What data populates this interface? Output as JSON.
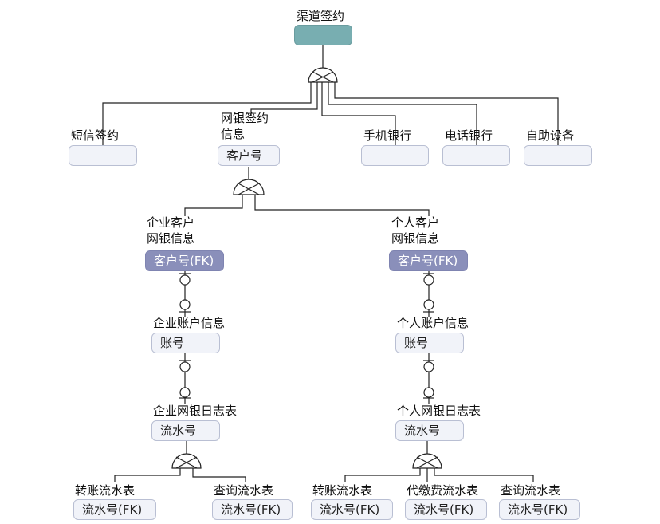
{
  "title": "渠道签约",
  "channels": {
    "sms": "短信签约",
    "netbank_line1": "网银签约",
    "netbank_line2": "信息",
    "netbank_key": "客户号",
    "mobile": "手机银行",
    "phone": "电话银行",
    "self_service": "自助设备"
  },
  "enterprise": {
    "info_line1": "企业客户",
    "info_line2": "网银信息",
    "info_key": "客户号(FK)",
    "account": "企业账户信息",
    "account_key": "账号",
    "log": "企业网银日志表",
    "log_key": "流水号",
    "transfer": "转账流水表",
    "transfer_key": "流水号(FK)",
    "query": "查询流水表",
    "query_key": "流水号(FK)"
  },
  "personal": {
    "info_line1": "个人客户",
    "info_line2": "网银信息",
    "info_key": "客户号(FK)",
    "account": "个人账户信息",
    "account_key": "账号",
    "log": "个人网银日志表",
    "log_key": "流水号",
    "transfer": "转账流水表",
    "transfer_key": "流水号(FK)",
    "payment": "代缴费流水表",
    "payment_key": "流水号(FK)",
    "query": "查询流水表",
    "query_key": "流水号(FK)"
  },
  "colors": {
    "root_box": "#78aeb1",
    "fk_box": "#8a8fba",
    "plain_box": "#f1f3f9",
    "line": "#222222"
  }
}
